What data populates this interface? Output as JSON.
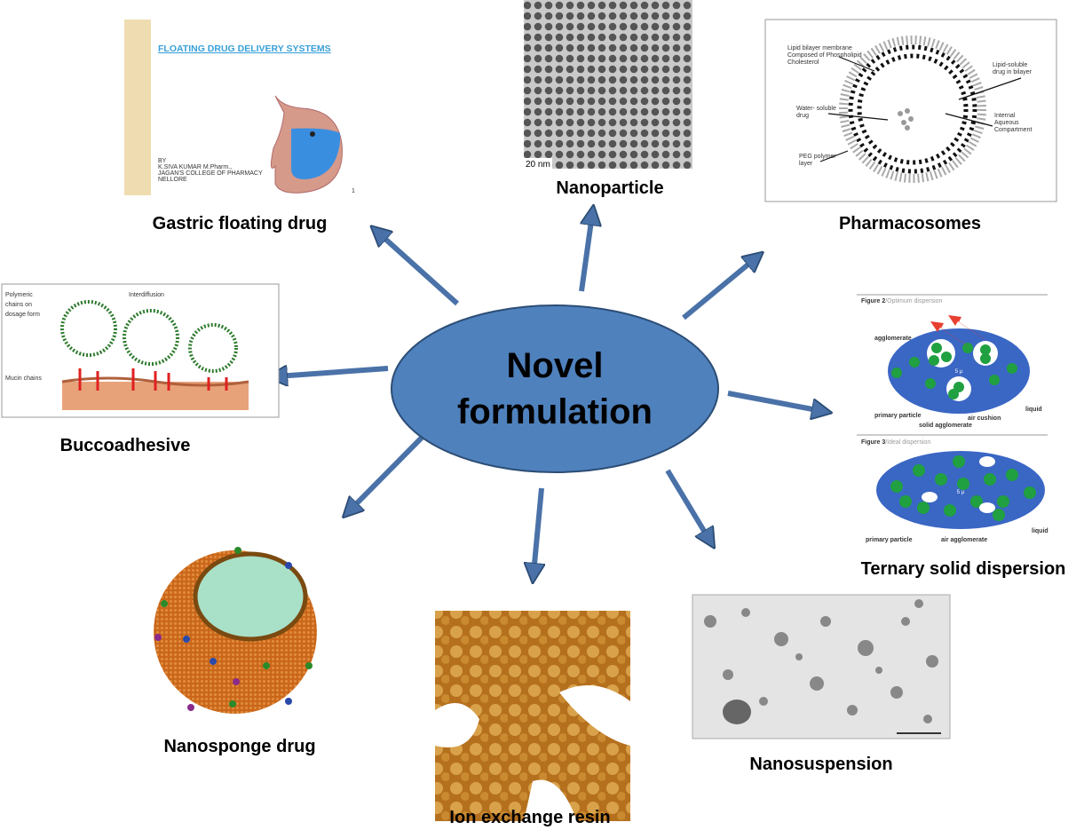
{
  "center": {
    "line1": "Novel",
    "line2": "formulation"
  },
  "colors": {
    "ellipse": "#4f81bd",
    "ellipse_stroke": "#2c4d75",
    "arrow": "#4a72a8",
    "arrow_stroke": "#2c4d75"
  },
  "branches": [
    {
      "label": "Gastric floating drug"
    },
    {
      "label": "Nanoparticle"
    },
    {
      "label": "Pharmacosomes"
    },
    {
      "label": "Buccoadhesive"
    },
    {
      "label": "Ternary solid dispersion"
    },
    {
      "label": "Nanosponge drug"
    },
    {
      "label": "Ion exchange resin"
    },
    {
      "label": "Nanosuspension"
    }
  ],
  "floating_slide": {
    "title": "FLOATING DRUG DELIVERY SYSTEMS",
    "by": "BY",
    "author": "K.SIVA KUMAR M.Pharm.,",
    "college": "JAGAN'S COLLEGE OF PHARMACY",
    "city": "NELLORE",
    "page": "1"
  },
  "nanoparticle_img": {
    "scale": "20 nm"
  },
  "pharmacosome_img": {
    "l1": "Lipid bilayer membrane",
    "l2": "Composed of Phospholipid",
    "l3": "Cholesterol",
    "r1": "Lipid-soluble",
    "r2": "drug in bilayer",
    "w1": "Water- soluble",
    "w2": "drug",
    "i1": "Internal",
    "i2": "Aqueous",
    "i3": "Compartment",
    "p1": "PEG polymer",
    "p2": "layer"
  },
  "bucco_img": {
    "c1": "Polymeric",
    "c2": "chains on",
    "c3": "dosage form",
    "inter": "Interdiffusion",
    "mucin": "Mucin chains"
  },
  "ternary_img": {
    "fig2": "Figure 2",
    "fig2_cap": "/Optimum dispersion",
    "agglomerate": "agglomerate",
    "size": "5 µ",
    "primary": "primary particle",
    "solid": "solid agglomerate",
    "cushion": "air cushion",
    "liquid": "liquid",
    "fig3": "Figure 3",
    "fig3_cap": "/Ideal dispersion",
    "air_agg": "air agglomerate"
  }
}
